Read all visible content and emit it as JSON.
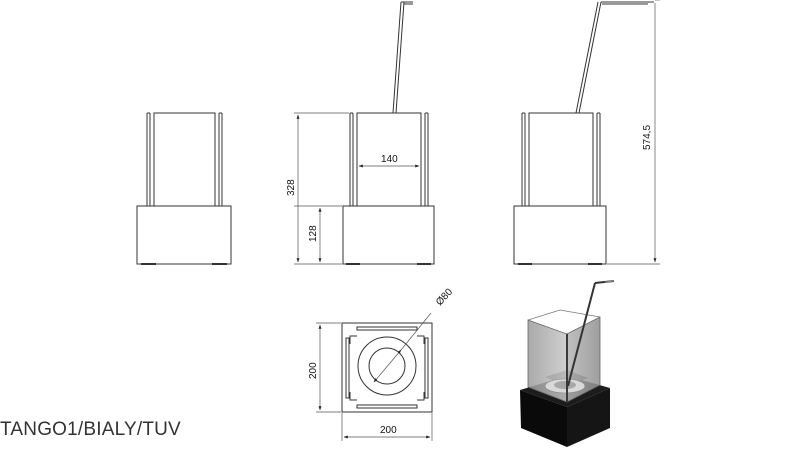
{
  "dimensions": {
    "width_140": "140",
    "height_328": "328",
    "height_128": "128",
    "height_574_5": "574,5",
    "diameter_80": "Ø80",
    "depth_200": "200",
    "width_200": "200"
  },
  "caption": "TANGO1/BIALY/TUV"
}
